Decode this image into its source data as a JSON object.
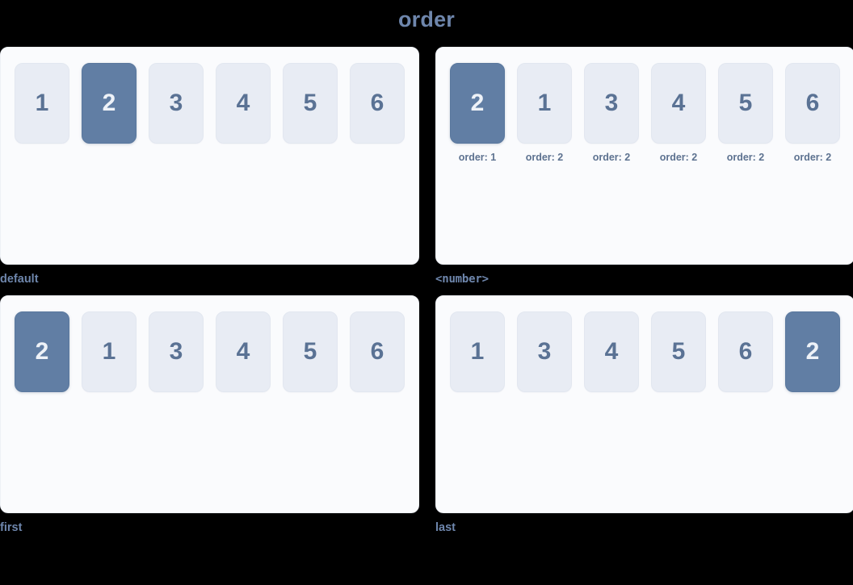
{
  "title": "order",
  "colors": {
    "background": "#000000",
    "title_text": "#6e86ac",
    "panel_bg": "#fafbfd",
    "panel_border": "#eef1f6",
    "item_bg": "#e8ecf4",
    "item_text": "#5a7294",
    "item_highlight_bg": "#617ea4",
    "item_highlight_text": "#eef2f8",
    "note_text": "#5d7290",
    "caption_text": "#6e86ac"
  },
  "panels": [
    {
      "caption": "default",
      "caption_style": "sans",
      "items": [
        {
          "label": "1",
          "highlight": false,
          "note": ""
        },
        {
          "label": "2",
          "highlight": true,
          "note": ""
        },
        {
          "label": "3",
          "highlight": false,
          "note": ""
        },
        {
          "label": "4",
          "highlight": false,
          "note": ""
        },
        {
          "label": "5",
          "highlight": false,
          "note": ""
        },
        {
          "label": "6",
          "highlight": false,
          "note": ""
        }
      ]
    },
    {
      "caption": "<number>",
      "caption_style": "mono",
      "items": [
        {
          "label": "2",
          "highlight": true,
          "note": "order: 1"
        },
        {
          "label": "1",
          "highlight": false,
          "note": "order: 2"
        },
        {
          "label": "3",
          "highlight": false,
          "note": "order: 2"
        },
        {
          "label": "4",
          "highlight": false,
          "note": "order: 2"
        },
        {
          "label": "5",
          "highlight": false,
          "note": "order: 2"
        },
        {
          "label": "6",
          "highlight": false,
          "note": "order: 2"
        }
      ]
    },
    {
      "caption": "first",
      "caption_style": "sans",
      "items": [
        {
          "label": "2",
          "highlight": true,
          "note": ""
        },
        {
          "label": "1",
          "highlight": false,
          "note": ""
        },
        {
          "label": "3",
          "highlight": false,
          "note": ""
        },
        {
          "label": "4",
          "highlight": false,
          "note": ""
        },
        {
          "label": "5",
          "highlight": false,
          "note": ""
        },
        {
          "label": "6",
          "highlight": false,
          "note": ""
        }
      ]
    },
    {
      "caption": "last",
      "caption_style": "sans",
      "items": [
        {
          "label": "1",
          "highlight": false,
          "note": ""
        },
        {
          "label": "3",
          "highlight": false,
          "note": ""
        },
        {
          "label": "4",
          "highlight": false,
          "note": ""
        },
        {
          "label": "5",
          "highlight": false,
          "note": ""
        },
        {
          "label": "6",
          "highlight": false,
          "note": ""
        },
        {
          "label": "2",
          "highlight": true,
          "note": ""
        }
      ]
    }
  ]
}
